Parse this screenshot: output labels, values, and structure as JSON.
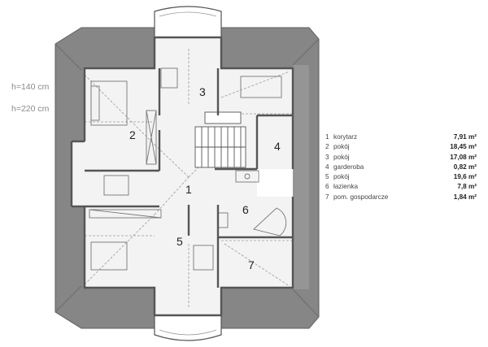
{
  "height_labels": [
    "h=140 cm",
    "h=220 cm"
  ],
  "room_numbers": [
    "1",
    "2",
    "3",
    "4",
    "5",
    "6",
    "7"
  ],
  "rooms": [
    {
      "num": "1",
      "name": "korytarz",
      "area": "7,91 m²"
    },
    {
      "num": "2",
      "name": "pokój",
      "area": "18,45 m²"
    },
    {
      "num": "3",
      "name": "pokój",
      "area": "17,08 m²"
    },
    {
      "num": "4",
      "name": "garderoba",
      "area": "0,82 m²"
    },
    {
      "num": "5",
      "name": "pokój",
      "area": "19,6 m²"
    },
    {
      "num": "6",
      "name": "łazienka",
      "area": "7,8 m²"
    },
    {
      "num": "7",
      "name": "pom. gospodarcze",
      "area": "1,84 m²"
    }
  ],
  "colors": {
    "roof": "#868686",
    "roof_edge": "#5f5f5f",
    "floor": "#f3f3f3",
    "wall": "#555555",
    "dashed": "#9a9a9a",
    "text": "#222222"
  }
}
